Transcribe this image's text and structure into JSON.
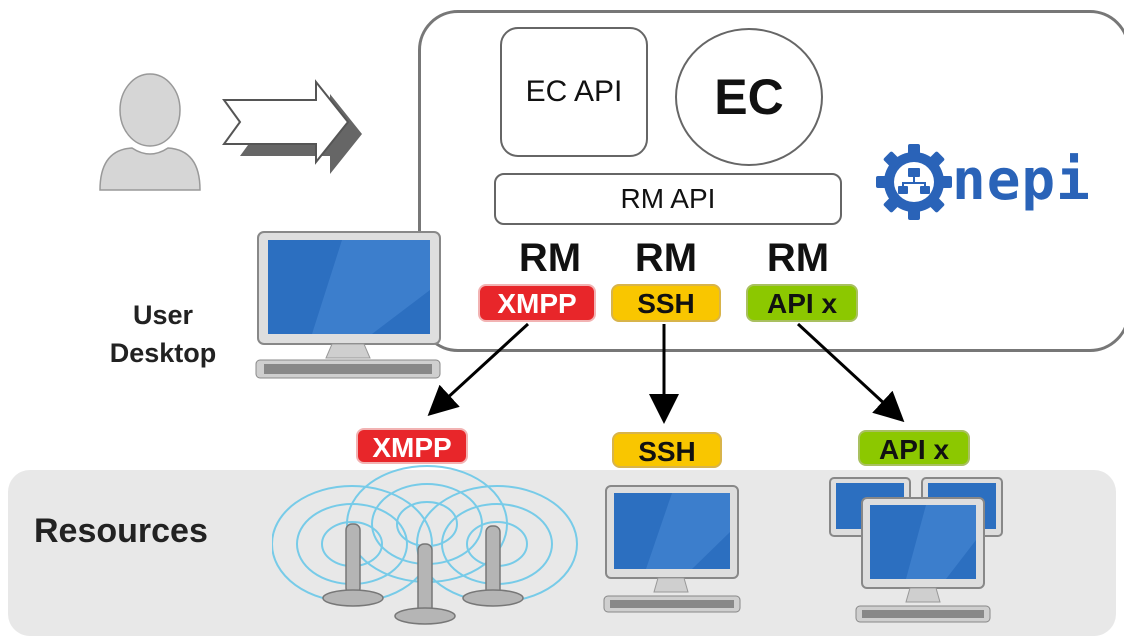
{
  "ec": {
    "ec_api_label": "EC API",
    "ec_label": "EC",
    "rm_api_label": "RM API",
    "logo_text": "nepi"
  },
  "rms": [
    {
      "label": "RM",
      "protocol": "XMPP",
      "color": "#e8262a"
    },
    {
      "label": "RM",
      "protocol": "SSH",
      "color": "#f9c600"
    },
    {
      "label": "RM",
      "protocol": "API x",
      "color": "#8cc800"
    }
  ],
  "user": {
    "desktop_label_line1": "User",
    "desktop_label_line2": "Desktop"
  },
  "resources": {
    "label": "Resources",
    "items": [
      {
        "protocol": "XMPP",
        "icon": "wireless-antenna-icon"
      },
      {
        "protocol": "SSH",
        "icon": "desktop-computer-icon"
      },
      {
        "protocol": "API x",
        "icon": "computer-cluster-icon"
      }
    ]
  }
}
